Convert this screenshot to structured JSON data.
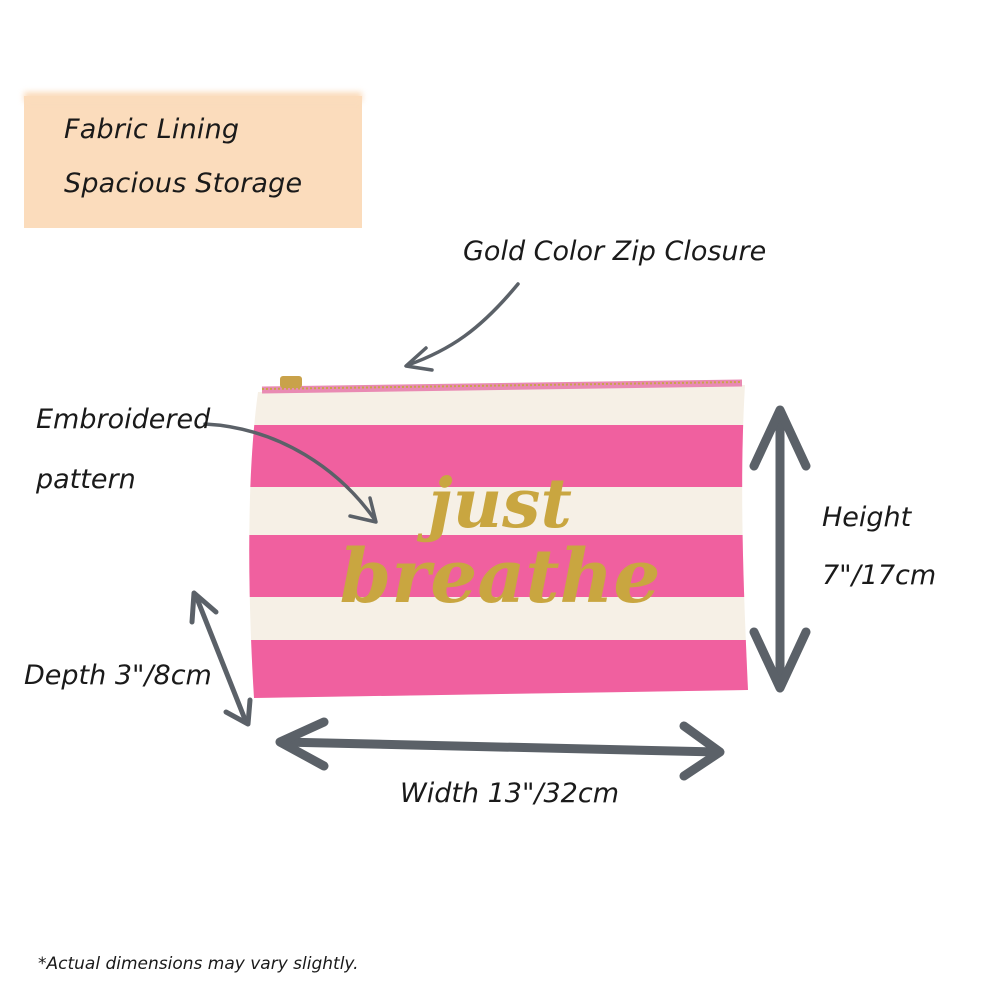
{
  "features": {
    "line1": "Fabric Lining",
    "line2": "Spacious Storage"
  },
  "callouts": {
    "zip": "Gold Color Zip Closure",
    "embroidery_line1": "Embroidered",
    "embroidery_line2": "pattern",
    "height_line1": "Height",
    "height_line2": "7\"/17cm",
    "depth": "Depth 3\"/8cm",
    "width": "Width 13\"/32cm"
  },
  "pouch": {
    "embroidery_word1": "just",
    "embroidery_word2": "breathe",
    "stripe_pink": "#f0609f",
    "stripe_cream": "#f6f0e6",
    "zip_color": "#c9a24a",
    "thread_gold": "#c9a640"
  },
  "arrow_color": "#5b6168",
  "disclaimer": "*Actual dimensions may vary slightly."
}
